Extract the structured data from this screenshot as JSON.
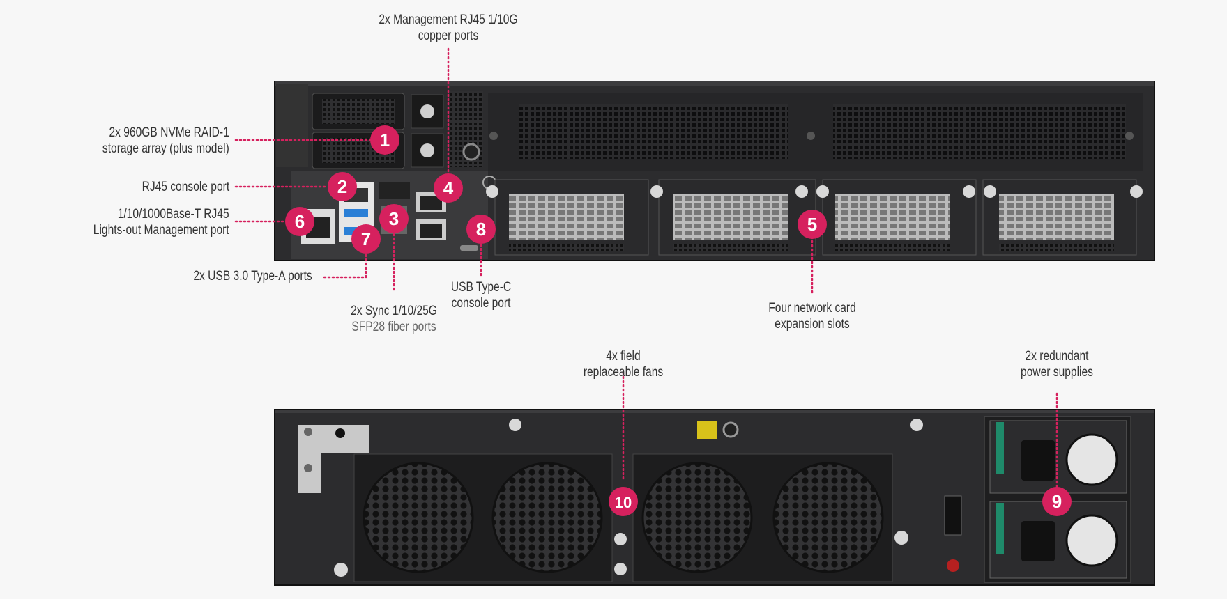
{
  "colors": {
    "accent": "#d6215e",
    "chassis": "#2b2b2d",
    "background": "#f7f7f7",
    "text": "#333333"
  },
  "callouts": [
    {
      "num": "1",
      "lines": [
        "2x 960GB NVMe RAID-1",
        "storage array (plus model)"
      ]
    },
    {
      "num": "2",
      "lines": [
        "RJ45 console port"
      ]
    },
    {
      "num": "3",
      "lines": [
        "2x Sync 1/10/25G"
      ],
      "sub": "SFP28 fiber ports"
    },
    {
      "num": "4",
      "lines": [
        "2x Management RJ45 1/10G",
        "copper ports"
      ]
    },
    {
      "num": "5",
      "lines": [
        "Four network card",
        "expansion slots"
      ]
    },
    {
      "num": "6",
      "lines": [
        "1/10/1000Base-T RJ45",
        "Lights-out Management port"
      ]
    },
    {
      "num": "7",
      "lines": [
        "2x USB 3.0 Type-A ports"
      ]
    },
    {
      "num": "8",
      "lines": [
        "USB Type-C",
        "console port"
      ]
    },
    {
      "num": "9",
      "lines": [
        "2x redundant",
        "power supplies"
      ]
    },
    {
      "num": "10",
      "lines": [
        "4x field",
        "replaceable fans"
      ]
    }
  ]
}
